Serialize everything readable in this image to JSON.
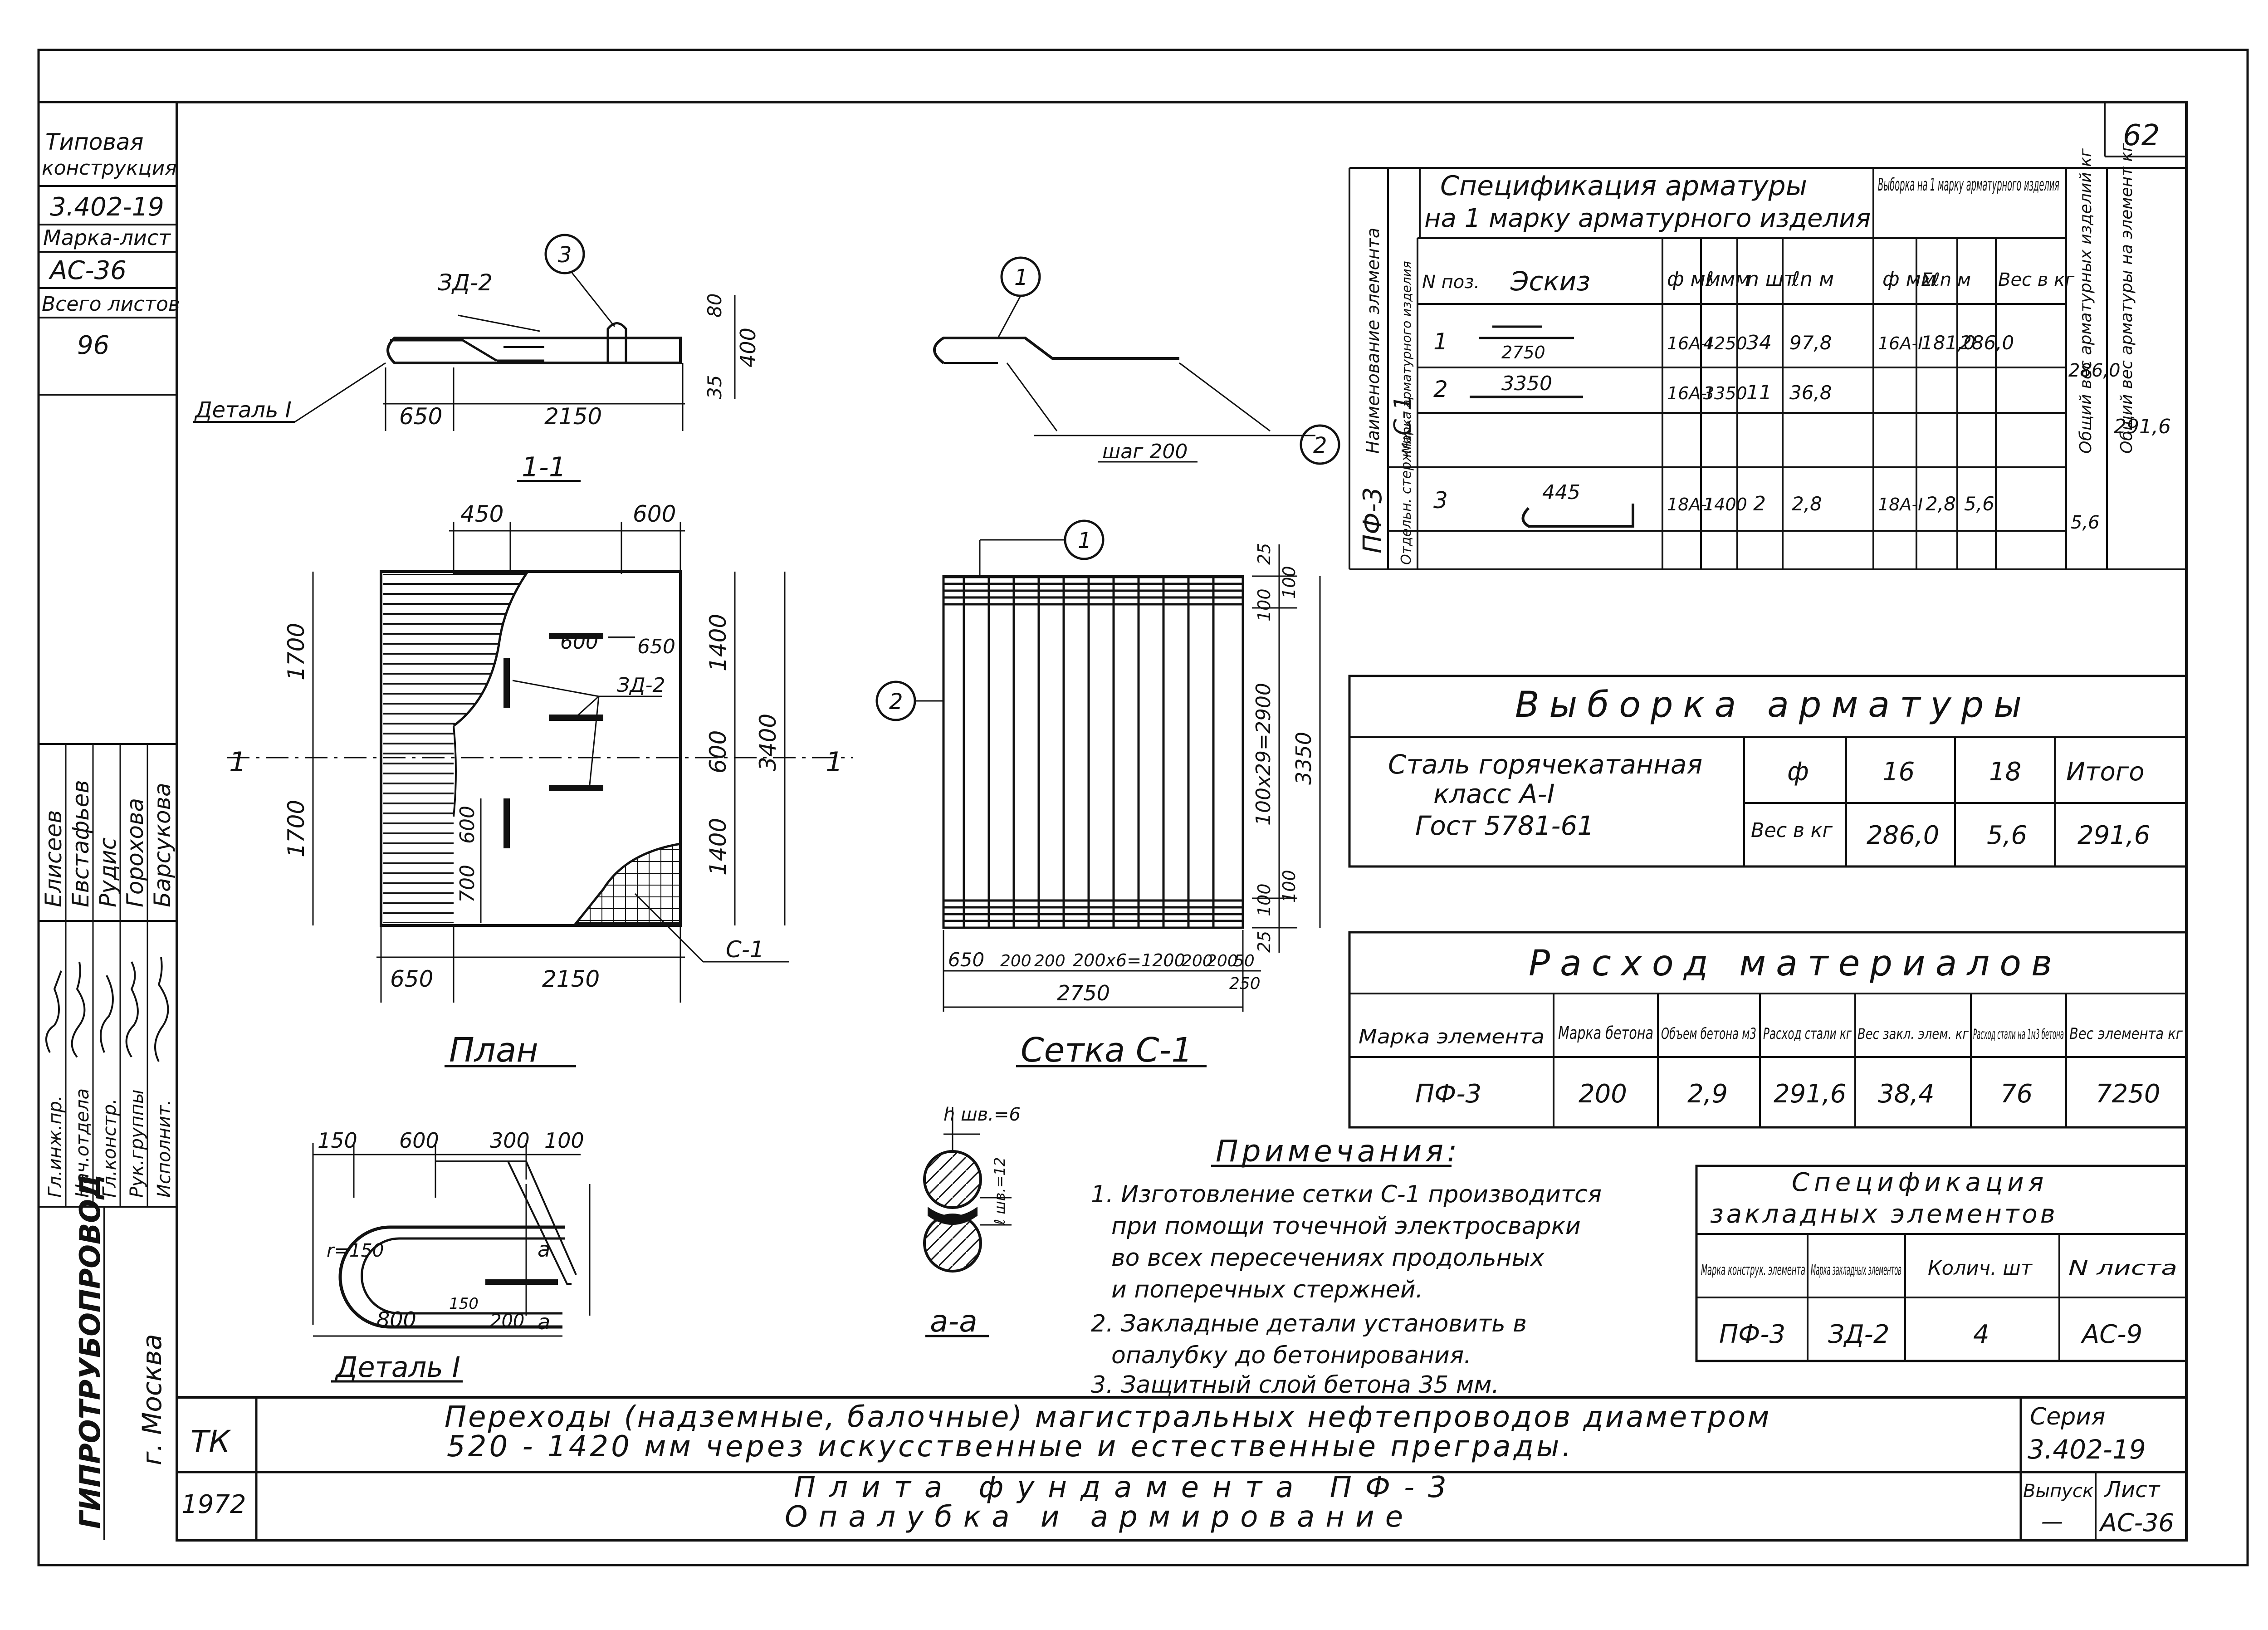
{
  "sidebar": {
    "type_label_1": "Типовая",
    "type_label_2": "конструкция",
    "type_code": "3.402-19",
    "mark_label": "Марка-лист",
    "mark_value": "АС-36",
    "total_label": "Всего листов",
    "total_value": "96",
    "roles": [
      "Гл.инж.пр.",
      "Нач.отдела",
      "Гл.констр.",
      "Рук.группы",
      "Исполнит."
    ],
    "names": [
      "Елисеев",
      "Евстафьев",
      "Рудис",
      "Горохова",
      "Барсукова"
    ],
    "org": "ГИПРОТРУБОПРОВОД",
    "city": "г. Москва"
  },
  "sheet_number": "62",
  "detail_ref": "Деталь I",
  "section_1_1": {
    "title": "1-1",
    "labels": [
      "ЗД-2",
      "650",
      "2150",
      "80",
      "400",
      "35"
    ],
    "callout": "3"
  },
  "bar_sketch": {
    "callouts": [
      "1",
      "2"
    ],
    "step": "шаг 200"
  },
  "plan": {
    "title": "План",
    "dims": [
      "450",
      "600",
      "1700",
      "1700",
      "600",
      "650",
      "ЗД-2",
      "1400",
      "600",
      "1400",
      "3400",
      "700",
      "600",
      "650",
      "2150"
    ],
    "cut_mark": "1",
    "mesh_label": "С-1"
  },
  "mesh": {
    "title": "Сетка С-1",
    "callouts": [
      "1",
      "2"
    ],
    "dims_bottom": [
      "650",
      "200",
      "200",
      "200x6=1200",
      "200",
      "200",
      "50",
      "2750",
      "250"
    ],
    "dims_right": [
      "25",
      "100",
      "100",
      "100x29=2900",
      "3350",
      "100",
      "100",
      "25"
    ]
  },
  "detail_1": {
    "title": "Деталь I",
    "dims": [
      "150",
      "600",
      "300",
      "100",
      "r=150",
      "800",
      "150",
      "200"
    ],
    "cut": "а"
  },
  "section_a_a": {
    "title": "а-а",
    "labels": [
      "h шв.=6",
      "ℓ шв.=12"
    ]
  },
  "spec_table": {
    "title_1": "Спецификация арматуры",
    "title_2": "на 1 марку арматурного изделия",
    "sel_title": "Выборка на 1 марку арматурного изделия",
    "col_name": "Наименование элемента",
    "col_mark": "Марка арматурного изделия",
    "col_total_weight": "Общий вес арматурных изделий кг",
    "col_total_element": "Общий вес арматуры на элемент кг",
    "headers": [
      "N поз.",
      "Эскиз",
      "ф мм",
      "ℓ мм",
      "n шт",
      "ℓn м",
      "ф мм",
      "Σℓn м",
      "Вес в кг"
    ],
    "element": "ПФ-3",
    "mark_c1": "С-1",
    "mark_sep": "Отдельн. стержни",
    "rows": [
      {
        "pos": "1",
        "sketch": "2750",
        "d": "16А-I",
        "l": "4250",
        "n": "34",
        "ln": "97,8",
        "sd": "16А-I",
        "sln": "181,0",
        "w": "286,0"
      },
      {
        "pos": "2",
        "sketch": "3350",
        "d": "16А-I",
        "l": "3350",
        "n": "11",
        "ln": "36,8",
        "sd": "",
        "sln": "",
        "w": ""
      },
      {
        "pos": "3",
        "sketch": "445",
        "d": "18А-I",
        "l": "1400",
        "n": "2",
        "ln": "2,8",
        "sd": "18А-I",
        "sln": "2,8",
        "w": "5,6"
      }
    ],
    "total_c1": "286,0",
    "total_sep": "5,6",
    "grand_total": "291,6"
  },
  "vyborka": {
    "title": "Выборка арматуры",
    "steel_1": "Сталь горячекатанная",
    "steel_2": "класс А-I",
    "steel_3": "Гост 5781-61",
    "phi": "ф",
    "weight_label": "Вес в кг",
    "d16": "16",
    "d18": "18",
    "total_label": "Итого",
    "w16": "286,0",
    "w18": "5,6",
    "w_total": "291,6"
  },
  "materials": {
    "title": "Расход материалов",
    "headers": [
      "Марка элемента",
      "Марка бетона",
      "Объем бетона м3",
      "Расход стали кг",
      "Вес закл. элем. кг",
      "Расход стали на 1м3 бетона",
      "Вес элемента кг"
    ],
    "row": [
      "ПФ-3",
      "200",
      "2,9",
      "291,6",
      "38,4",
      "76",
      "7250"
    ]
  },
  "notes": {
    "title": "Примечания:",
    "lines": [
      "1. Изготовление сетки С-1 производится",
      "при помощи точечной электросварки",
      "во всех пересечениях продольных",
      "и поперечных стержней.",
      "2. Закладные детали установить в",
      "опалубку до бетонирования.",
      "3. Защитный слой бетона 35 мм."
    ]
  },
  "embedded": {
    "title_1": "Спецификация",
    "title_2": "закладных элементов",
    "headers": [
      "Марка конструк. элемента",
      "Марка закладных элементов",
      "Колич. шт",
      "N листа"
    ],
    "row": [
      "ПФ-3",
      "ЗД-2",
      "4",
      "АС-9"
    ]
  },
  "title_block": {
    "tk": "ТК",
    "year": "1972",
    "line_1": "Переходы (надземные, балочные) магистральных нефтепроводов диаметром",
    "line_2": "520 - 1420 мм через искусственные и естественные преграды.",
    "line_3": "Плита фундамента ПФ-3",
    "line_4": "Опалубка и армирование",
    "series_label": "Серия",
    "series": "3.402-19",
    "issue_label": "Выпуск",
    "sheet_label": "Лист",
    "issue": "—",
    "sheet": "АС-36"
  }
}
